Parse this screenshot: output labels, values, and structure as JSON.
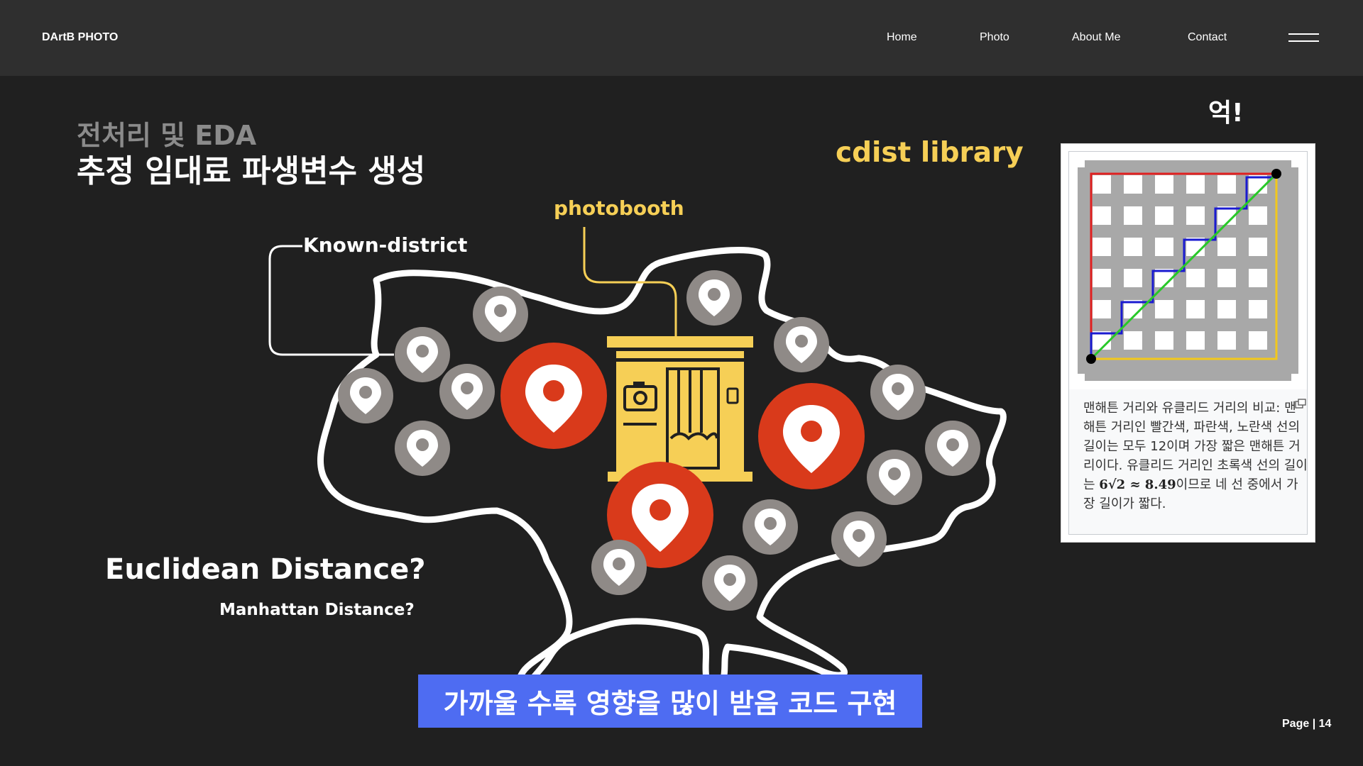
{
  "header": {
    "brand": "DArtB PHOTO",
    "nav": [
      "Home",
      "Photo",
      "About Me",
      "Contact"
    ],
    "menu_icon": "hamburger-menu-icon"
  },
  "slide": {
    "subtitle": "전처리 및 EDA",
    "title": "추정 임대료 파생변수 생성",
    "cdist_label": "cdist library",
    "exclaim": "억!",
    "photobooth_label": "photobooth",
    "known_label": "Known-district",
    "euclid_q": "Euclidean Distance?",
    "manhattan_q": "Manhattan Distance?",
    "banner": "가까울 수록 영향을 많이 받음 코드 구현",
    "page": "Page | 14"
  },
  "figure": {
    "caption_text": "맨해튼 거리와 유클리드 거리의 비교: 맨해튼 거리인 빨간색, 파란색, 노란색 선의 길이는 모두 12이며 가장 짧은 맨해튼 거리이다. 유클리드 거리인 초록색 선의 길이는",
    "caption_math": "6√2 ≈ 8.49",
    "caption_tail": "이므로 네 선 중에서 가장 길이가 짧다.",
    "icons": [
      "location-pin-icon",
      "camera-icon",
      "enlarge-icon"
    ]
  },
  "colors": {
    "background": "#202020",
    "header": "#2f2f2f",
    "accent_yellow": "#f6cf56",
    "pin_red": "#d93a1b",
    "pin_gray": "#8f8a87",
    "banner_blue": "#4e6cf2",
    "path_red": "#e02020",
    "path_blue": "#1a1ad0",
    "path_yellow": "#f2c81c",
    "path_green": "#28c828"
  }
}
